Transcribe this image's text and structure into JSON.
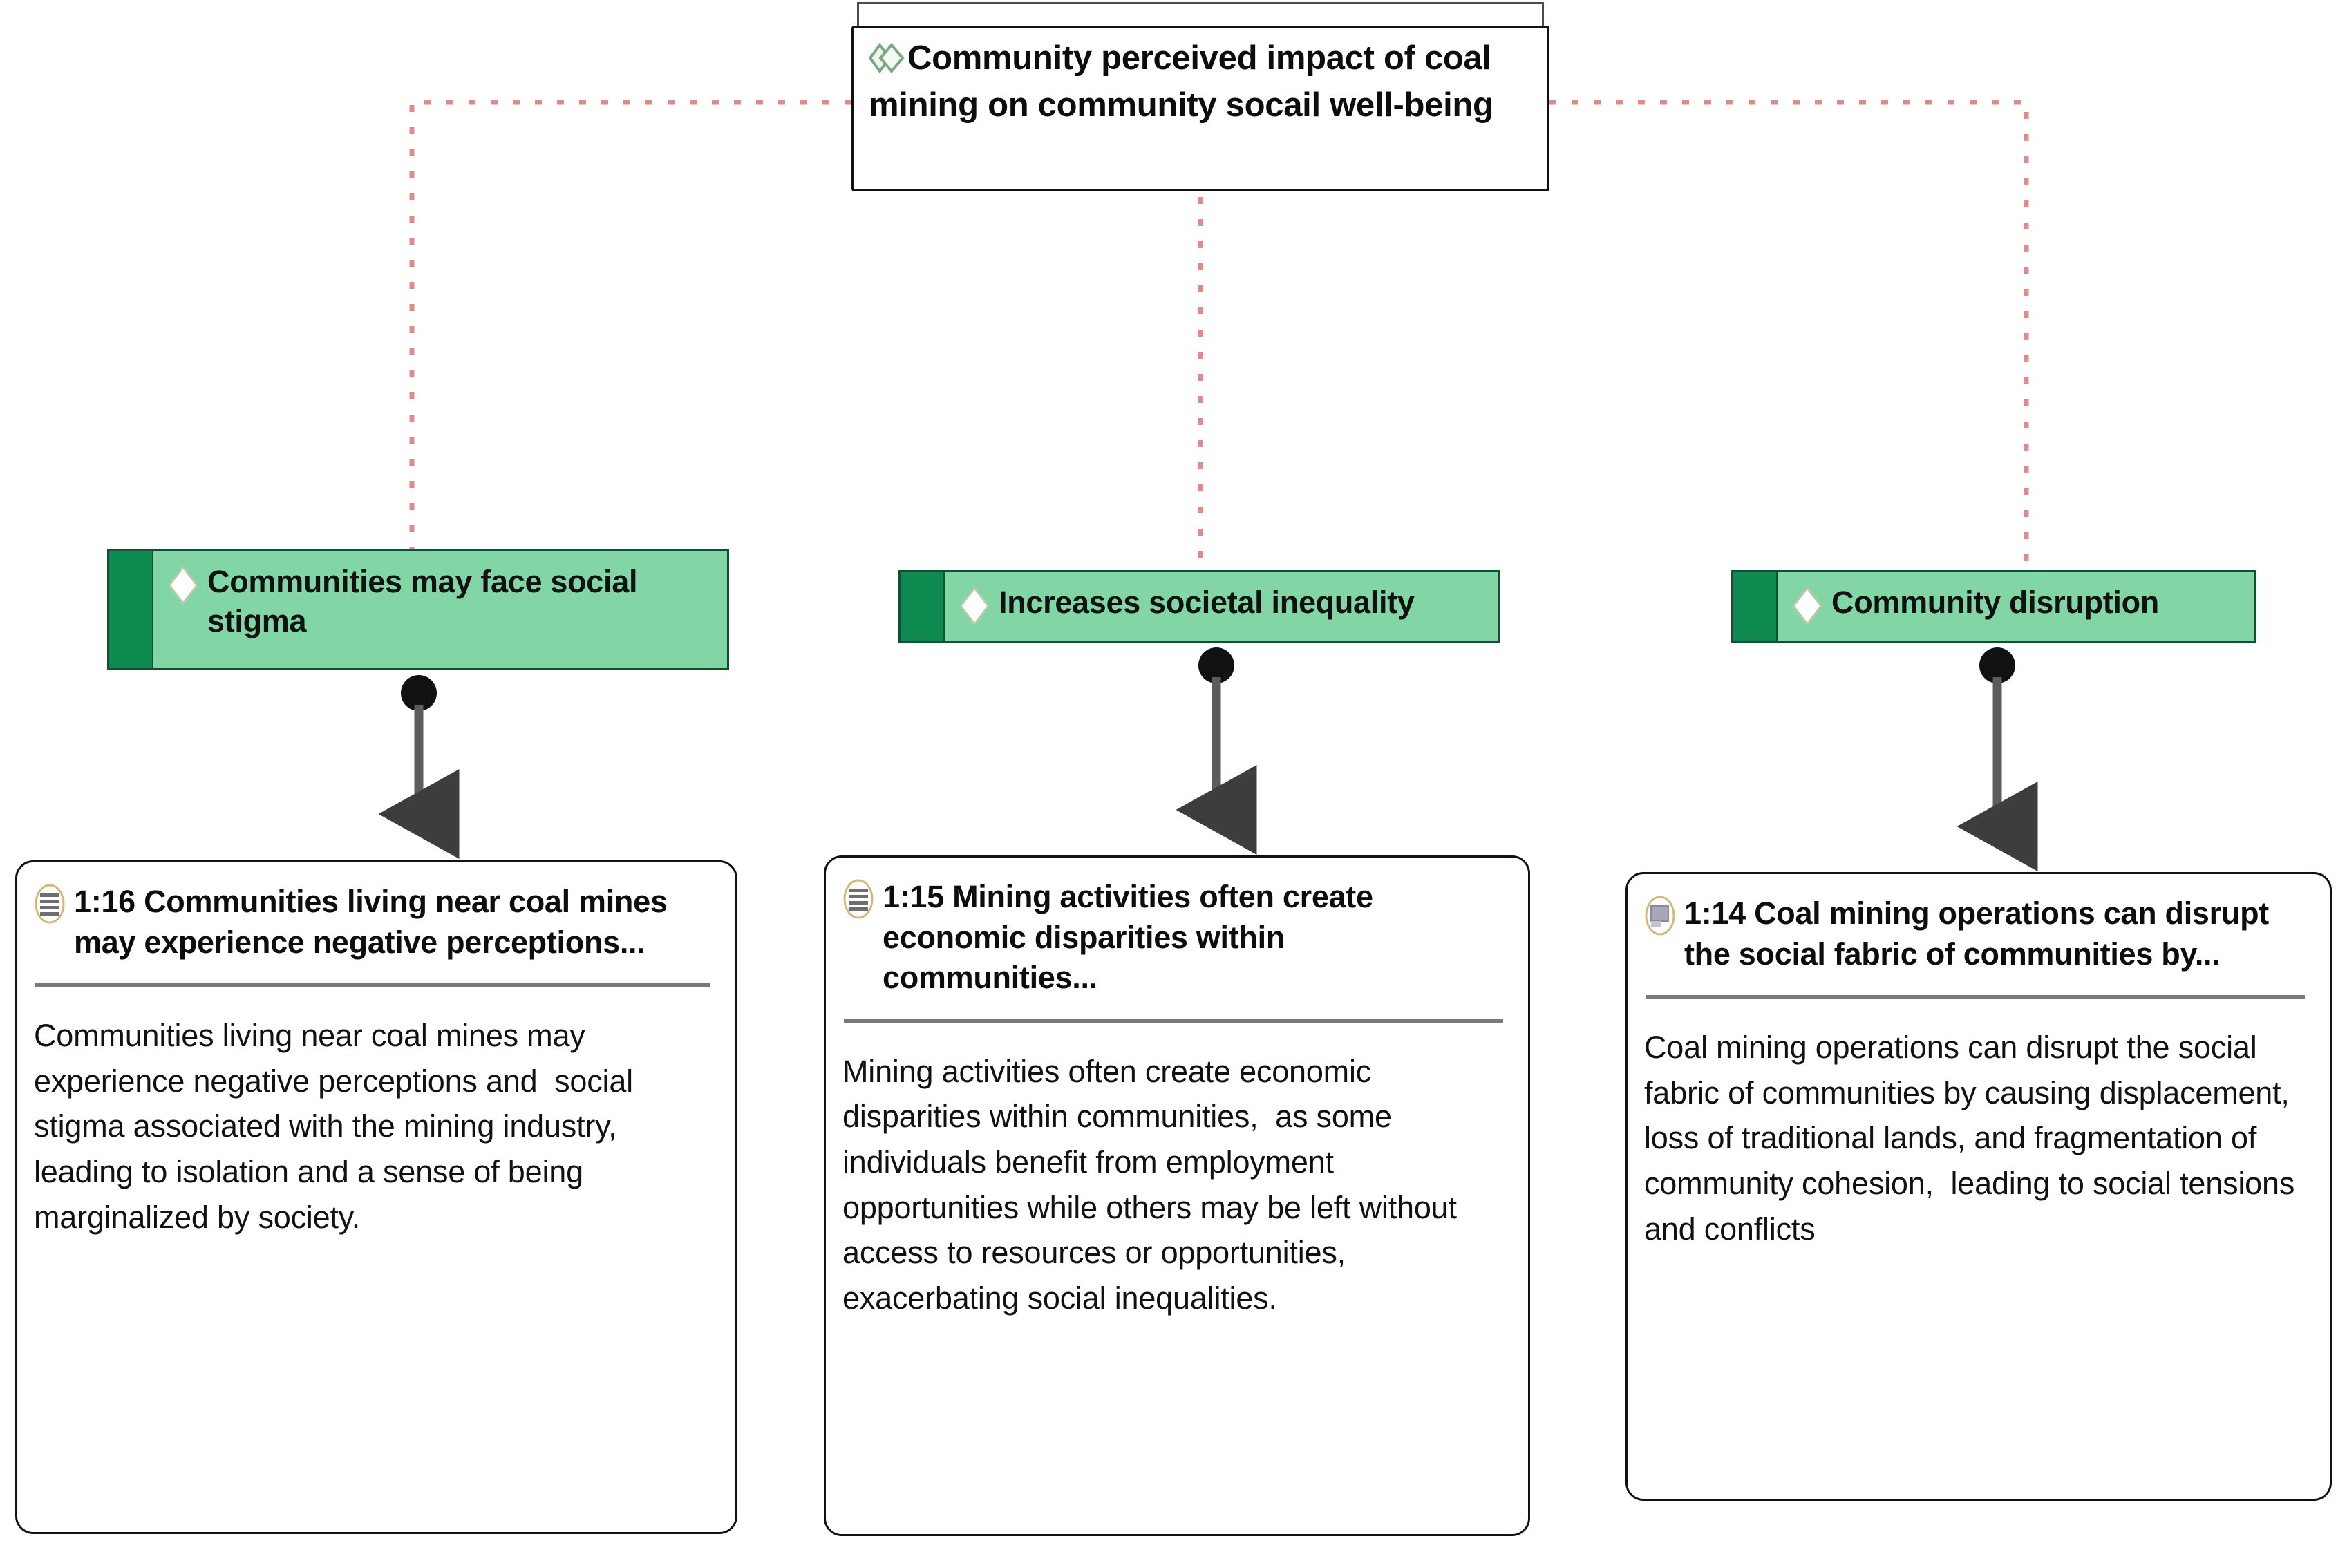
{
  "diagram": {
    "type": "network-diagram",
    "background_color": "#ffffff",
    "colors": {
      "code_fill": "#82d6a5",
      "code_accent": "#0d8a4f",
      "code_border": "#0f5132",
      "relation_line": "#e08b8b",
      "association_line": "#3d3d3d",
      "card_border": "#111111",
      "divider": "#7a7a7a",
      "quote_icon_ring": "#d6b77a"
    }
  },
  "root": {
    "icon": "double-diamond-code-group-icon",
    "title": "Community perceived impact of coal mining on community socail well-being"
  },
  "codes": [
    {
      "icon": "diamond-code-icon",
      "label": "Communities may face social stigma"
    },
    {
      "icon": "diamond-code-icon",
      "label": "Increases societal inequality"
    },
    {
      "icon": "diamond-code-icon",
      "label": "Community disruption"
    }
  ],
  "quotes": [
    {
      "icon": "quotation-lines-icon",
      "title": "1:16 Communities living near coal mines may experience negative perceptions...",
      "body": "Communities living near coal mines may experience negative perceptions and  social stigma associated with the mining industry, leading to isolation and a sense of being  marginalized by society."
    },
    {
      "icon": "quotation-lines-icon",
      "title": "1:15 Mining activities often create economic disparities within communities...",
      "body": "Mining activities often create economic disparities within communities,  as some individuals benefit from employment opportunities while others may be left without  access to resources or opportunities, exacerbating social inequalities."
    },
    {
      "icon": "quotation-memo-icon",
      "title": "1:14 Coal mining operations can disrupt the social fabric of communities by...",
      "body": "Coal mining operations can disrupt the social fabric of communities by causing displacement, loss of traditional lands, and fragmentation of community cohesion,  leading to social tensions and conflicts"
    }
  ]
}
